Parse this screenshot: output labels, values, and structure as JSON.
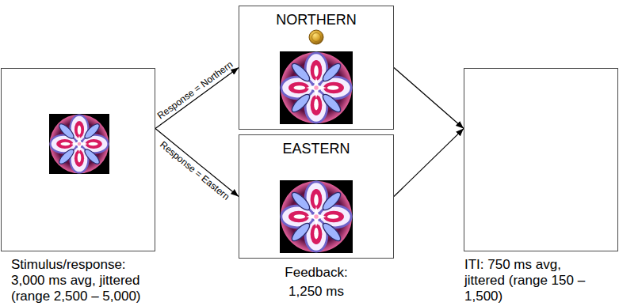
{
  "diagram": {
    "nodes": [
      {
        "text": [
          "Stimulus/response: 3,000 ms avg, jittered (range 2,500 – 5,000)"
        ]
      },
      {
        "text": [
          "NORTHERN"
        ]
      },
      {
        "text": [
          "EASTERN"
        ]
      },
      {
        "text": [
          "ITI: 750 ms avg, jittered (range 150 – 1,500)"
        ]
      }
    ],
    "edges": [
      {
        "from": 0,
        "to": 1,
        "label": "Response = Northern",
        "arrow": "to"
      },
      {
        "from": 0,
        "to": 2,
        "label": "Response = Eastern",
        "arrow": "to"
      },
      {
        "from": 1,
        "to": 3,
        "arrow": "to"
      },
      {
        "from": 2,
        "to": 3,
        "arrow": "to"
      }
    ],
    "labels": [
      "Feedback: 1,250 ms"
    ]
  }
}
